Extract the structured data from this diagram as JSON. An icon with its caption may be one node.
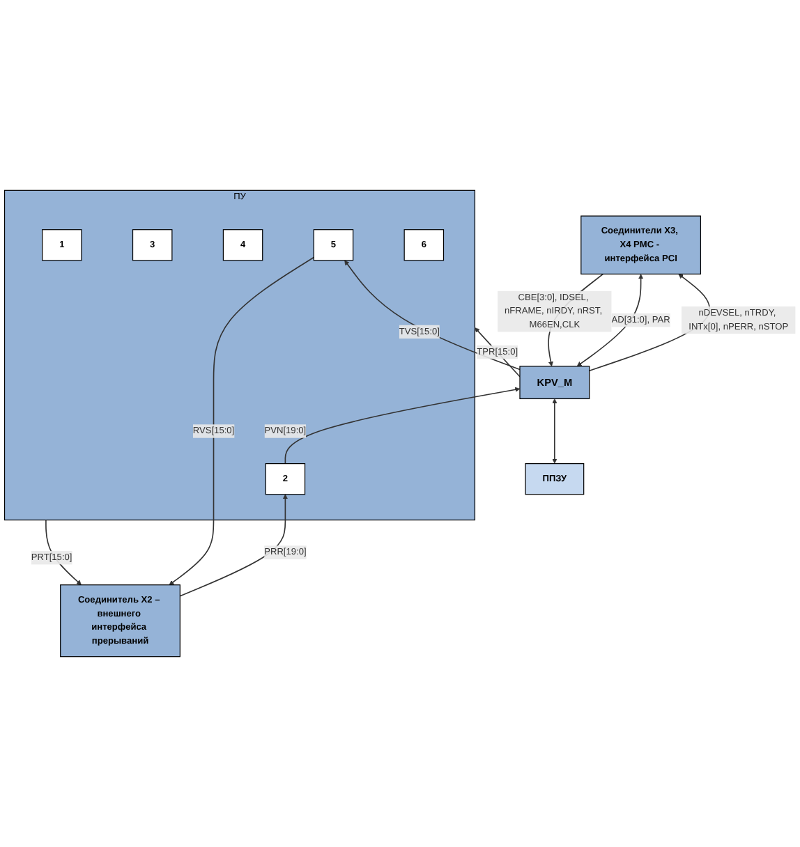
{
  "diagram": {
    "nodes": [
      {
        "text": [
          "Соединители X3, X4 PMC - интерфейса PCI"
        ]
      },
      {
        "text": [
          "KPV_M"
        ]
      },
      {
        "text": [
          "ППЗУ"
        ]
      },
      {
        "text": [
          "ПУ"
        ]
      },
      {
        "text": [
          "1"
        ],
        "in": 3
      },
      {
        "text": [
          "2"
        ],
        "in": 3
      },
      {
        "text": [
          "3"
        ],
        "in": 3
      },
      {
        "text": [
          "4"
        ],
        "in": 3
      },
      {
        "text": [
          "5"
        ],
        "in": 3
      },
      {
        "text": [
          "6"
        ],
        "in": 3
      },
      {
        "text": [
          "Соединитель X2 – внешнего интерфейса прерываний"
        ]
      }
    ],
    "edges": [
      {
        "from": 1,
        "to": 0,
        "arrow": "to",
        "label": "nDEVSEL, nTRDY, INTx[0], nPERR, nSTOP"
      },
      {
        "from": 0,
        "to": 1,
        "arrow": "both",
        "label": "AD[31:0], PAR"
      },
      {
        "from": 0,
        "to": 1,
        "arrow": "to",
        "label": "CBE[3:0], IDSEL, nFRAME, nIRDY, nRST, M66EN,CLK"
      },
      {
        "from": 2,
        "to": 1,
        "arrow": "both"
      },
      {
        "from": 5,
        "to": 1,
        "arrow": "to",
        "label": "PVN[19:0]"
      },
      {
        "from": 1,
        "to": 3,
        "arrow": "to",
        "label": "TPR[15:0]"
      },
      {
        "from": 1,
        "to": 8,
        "arrow": "to",
        "label": "TVS[15:0]"
      },
      {
        "from": 10,
        "to": 5,
        "arrow": "to",
        "label": "PRR[19:0]"
      },
      {
        "from": 3,
        "to": 10,
        "arrow": "to",
        "label": "PRT[15:0]"
      },
      {
        "from": 8,
        "to": 10,
        "arrow": "to",
        "label": "RVS[15:0]"
      }
    ]
  }
}
